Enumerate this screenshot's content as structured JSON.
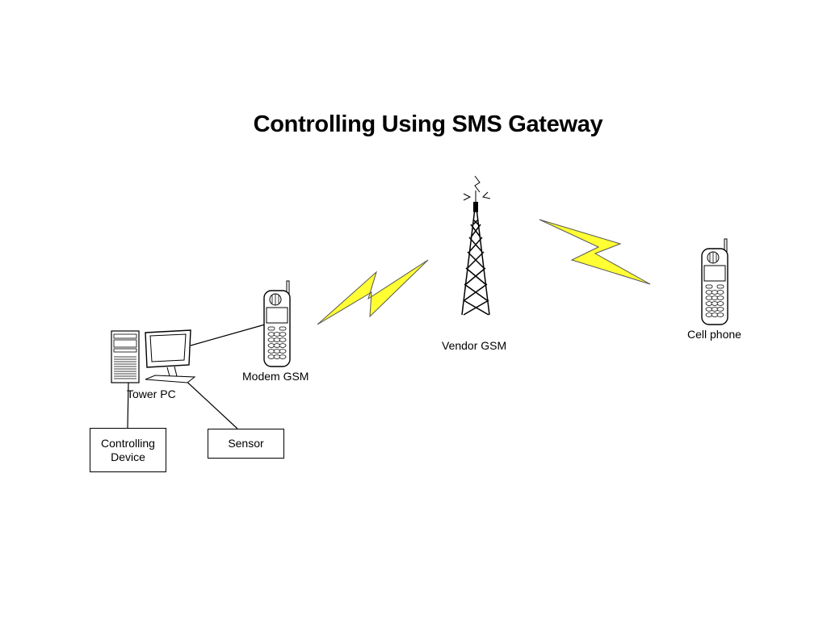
{
  "title": "Controlling Using SMS Gateway",
  "nodes": {
    "tower_pc": "Tower PC",
    "modem_gsm": "Modem GSM",
    "vendor_gsm": "Vendor GSM",
    "cell_phone": "Cell phone",
    "controlling_device": "Controlling Device",
    "sensor": "Sensor"
  },
  "colors": {
    "lightning": "#ffff33",
    "stroke": "#000000"
  },
  "icons": [
    "tower-pc-icon",
    "monitor-icon",
    "mobile-phone-icon",
    "antenna-tower-icon",
    "lightning-icon"
  ]
}
